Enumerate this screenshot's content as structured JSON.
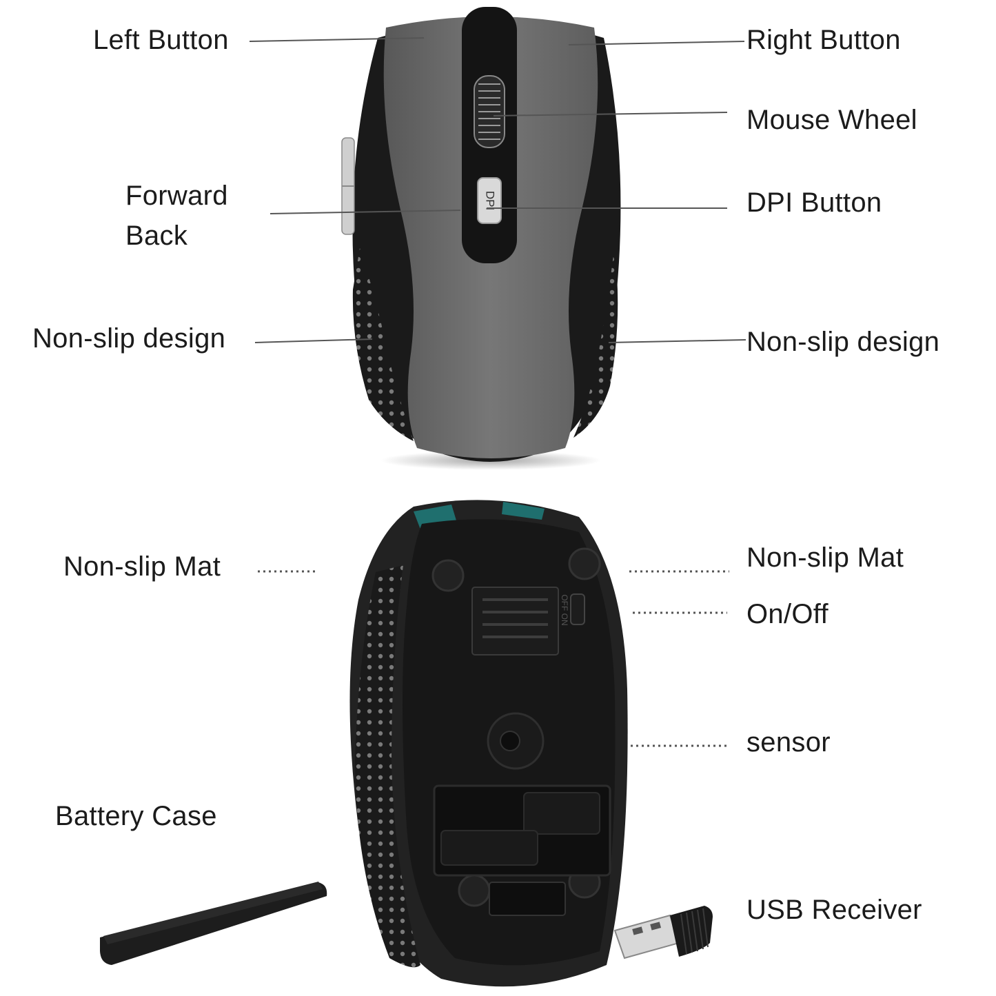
{
  "top_view": {
    "labels": {
      "left_button": "Left Button",
      "right_button": "Right Button",
      "mouse_wheel": "Mouse Wheel",
      "forward": "Forward",
      "back": "Back",
      "dpi_button": "DPI Button",
      "non_slip_left": "Non-slip design",
      "non_slip_right": "Non-slip design"
    },
    "dpi_mark": "DPI"
  },
  "bottom_view": {
    "labels": {
      "non_slip_mat_left": "Non-slip Mat",
      "non_slip_mat_right": "Non-slip Mat",
      "on_off": "On/Off",
      "sensor": "sensor",
      "battery_case": "Battery Case",
      "usb_receiver": "USB Receiver"
    },
    "switch_mark": "OFF ON"
  },
  "colors": {
    "body_black": "#1a1a1a",
    "top_gray": "#6e6e6e",
    "accent_teal": "#1f6f6e",
    "leader_line": "#555555"
  }
}
